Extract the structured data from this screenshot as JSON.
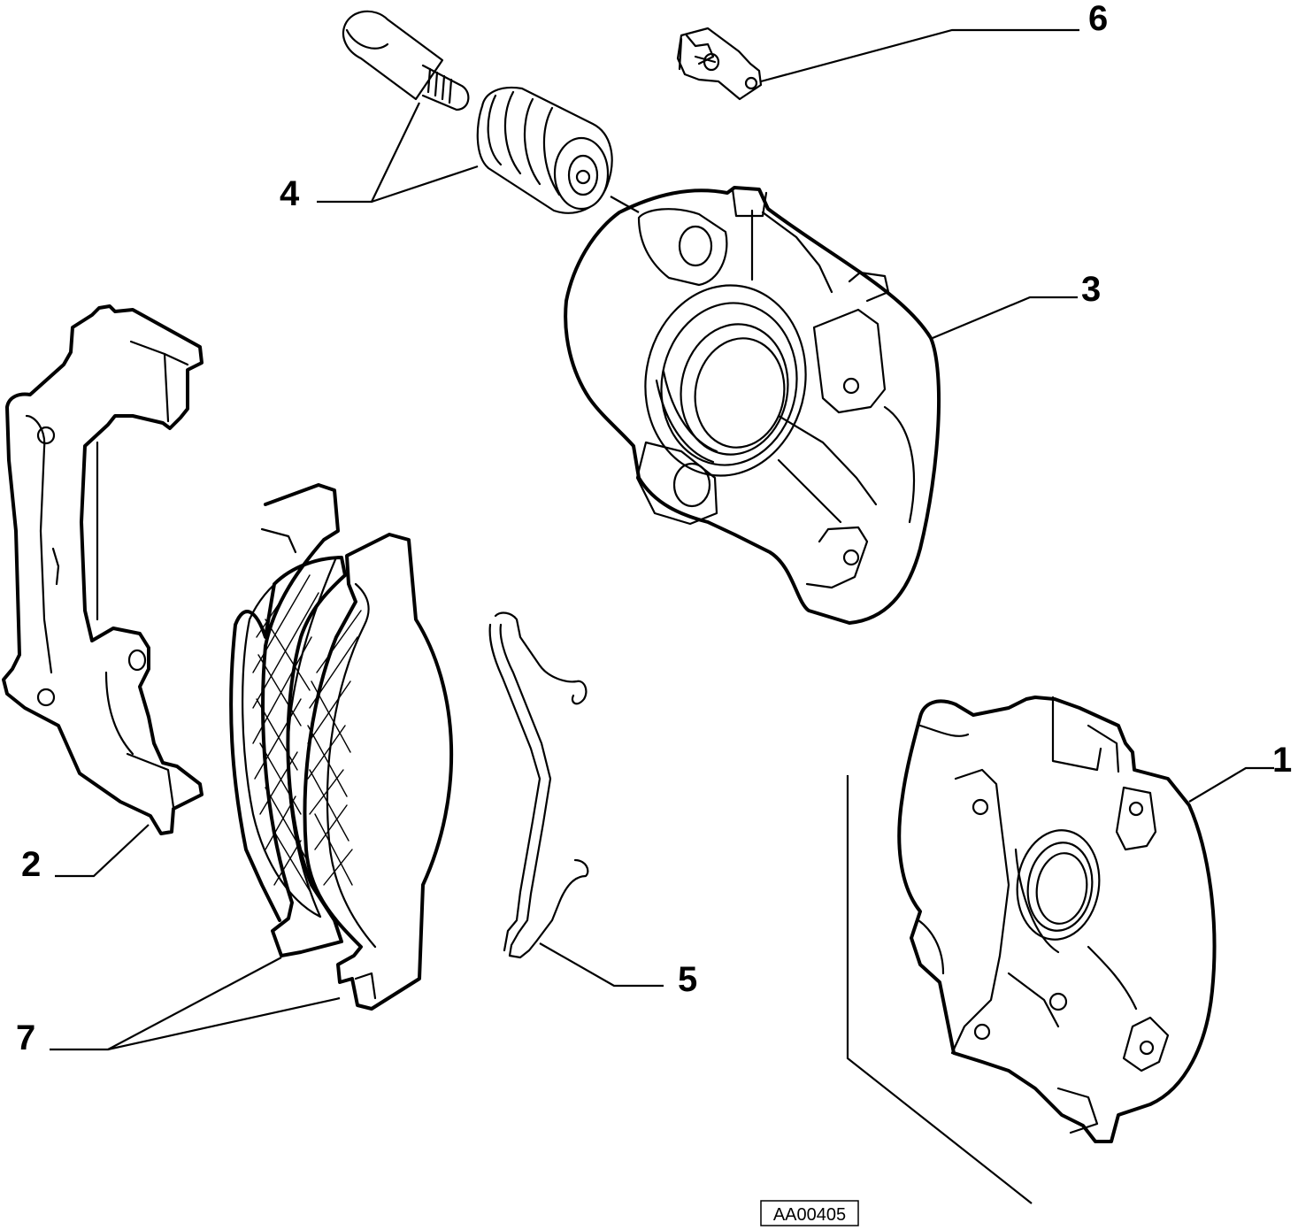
{
  "diagram": {
    "callouts": [
      {
        "id": "1",
        "label": "1"
      },
      {
        "id": "2",
        "label": "2"
      },
      {
        "id": "3",
        "label": "3"
      },
      {
        "id": "4",
        "label": "4"
      },
      {
        "id": "5",
        "label": "5"
      },
      {
        "id": "6",
        "label": "6"
      },
      {
        "id": "7",
        "label": "7"
      }
    ],
    "reference_code": "AA00405",
    "line_color": "#000000",
    "background_color": "#ffffff"
  }
}
